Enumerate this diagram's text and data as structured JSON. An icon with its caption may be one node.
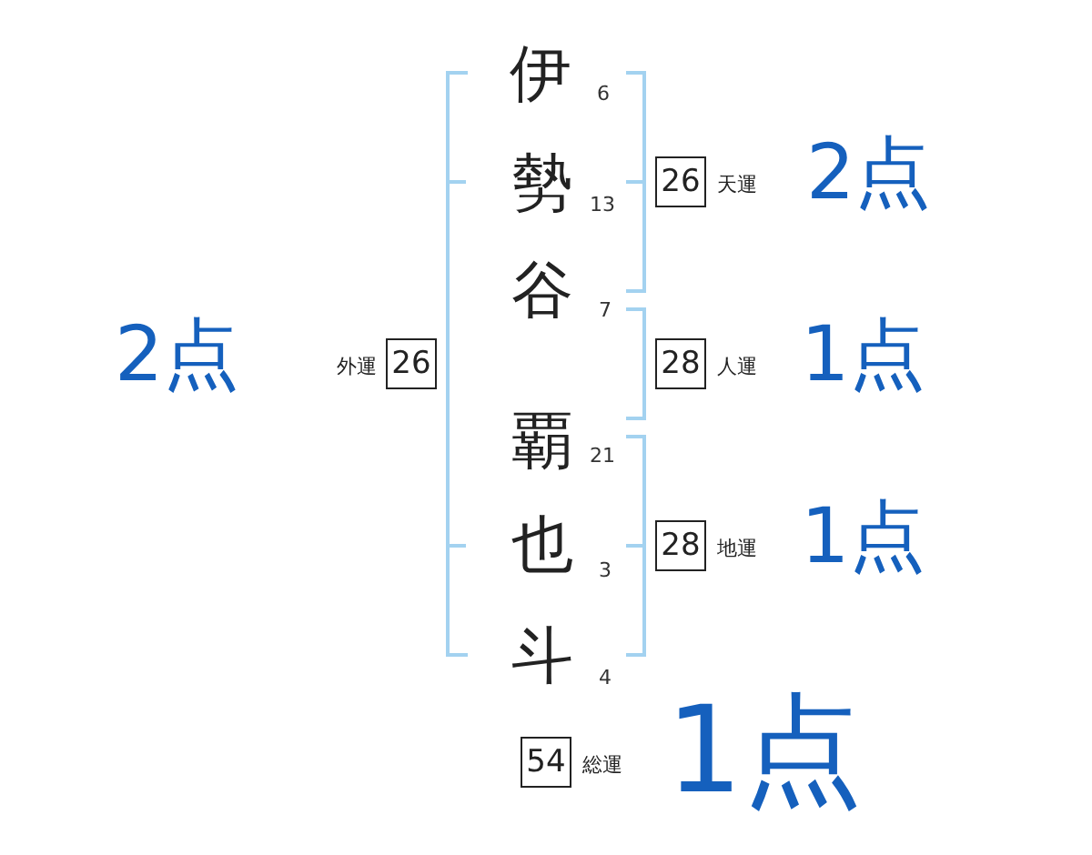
{
  "diagram": {
    "nodes": [
      {
        "text": [
          "26"
        ],
        "beside": [
          "天運"
        ]
      },
      {
        "text": [
          "26"
        ],
        "beside": [
          "外運"
        ]
      },
      {
        "text": [
          "28"
        ],
        "beside": [
          "人運"
        ]
      },
      {
        "text": [
          "28"
        ],
        "beside": [
          "地運"
        ]
      },
      {
        "text": [
          "54"
        ],
        "beside": [
          "総運"
        ]
      }
    ],
    "labels": [
      "伊",
      "6",
      "勢",
      "13",
      "谷",
      "7",
      "覇",
      "21",
      "也",
      "3",
      "斗",
      "4",
      "2点",
      "2点",
      "1点",
      "1点",
      "1点"
    ]
  }
}
